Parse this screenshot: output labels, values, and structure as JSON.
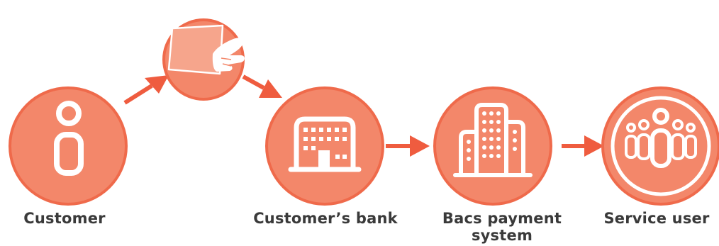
{
  "colors": {
    "circle_fill": "#f3876a",
    "circle_ring": "#ef6a4b",
    "icon_stroke": "#ffffff",
    "arrow": "#ef5c3f",
    "label_text": "#3a3a3a"
  },
  "steps": [
    {
      "id": "customer",
      "label": "Customer",
      "icon": "person-icon"
    },
    {
      "id": "customers-bank",
      "label": "Customer’s bank",
      "icon": "bank-building-icon"
    },
    {
      "id": "bacs",
      "label": "Bacs payment system",
      "icon": "office-tower-icon"
    },
    {
      "id": "service-user",
      "label": "Service user",
      "icon": "people-group-icon"
    }
  ],
  "intermediate": {
    "icon": "hand-with-form-icon"
  }
}
